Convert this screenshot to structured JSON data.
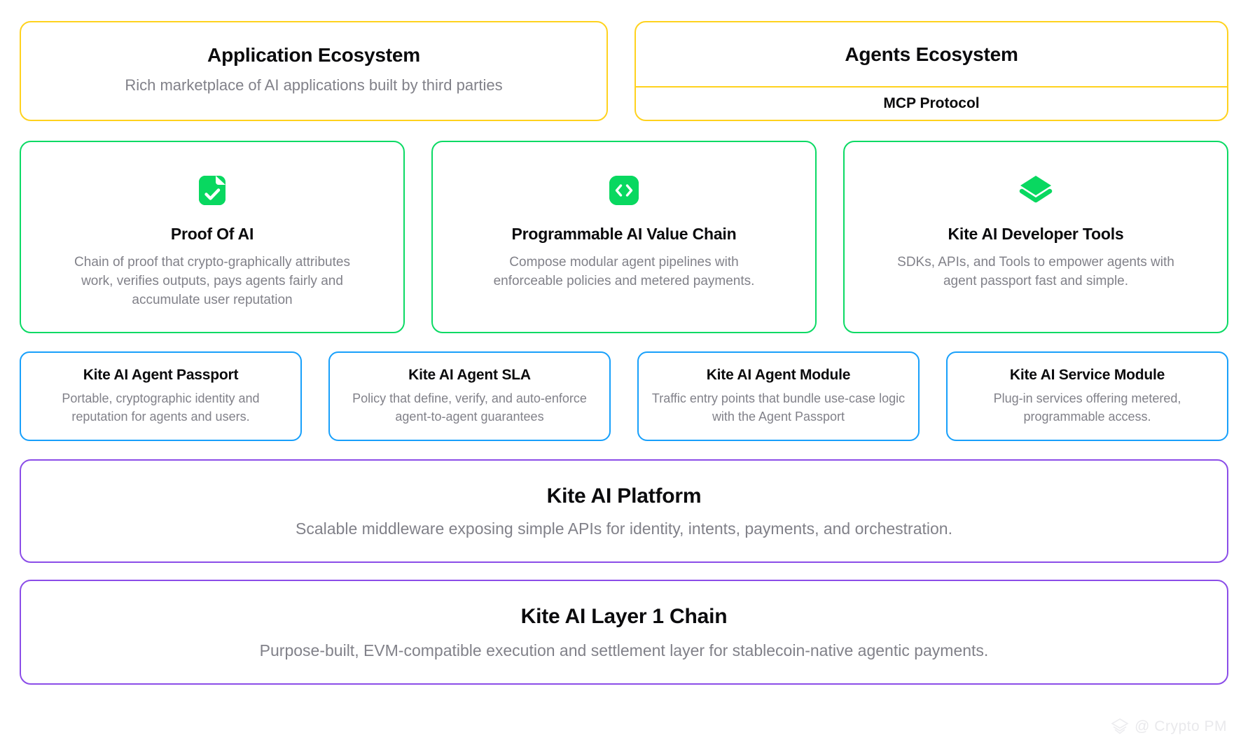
{
  "ecosystems": {
    "application": {
      "title": "Application Ecosystem",
      "desc": "Rich marketplace of AI applications built by third parties"
    },
    "agents": {
      "title": "Agents Ecosystem",
      "protocol": "MCP Protocol"
    }
  },
  "features": [
    {
      "icon": "document-check-icon",
      "title": "Proof Of AI",
      "desc": "Chain of proof that crypto-graphically attributes work, verifies outputs, pays agents fairly and accumulate user reputation"
    },
    {
      "icon": "code-brackets-icon",
      "title": "Programmable AI Value Chain",
      "desc": "Compose modular agent pipelines with enforceable policies and metered payments."
    },
    {
      "icon": "layers-stack-icon",
      "title": "Kite AI Developer Tools",
      "desc": "SDKs, APIs, and Tools to empower agents with agent passport fast and simple."
    }
  ],
  "modules": [
    {
      "title": "Kite AI Agent Passport",
      "desc": "Portable, cryptographic identity and reputation for agents and users."
    },
    {
      "title": "Kite AI Agent SLA",
      "desc": "Policy that define, verify, and auto-enforce agent-to-agent guarantees"
    },
    {
      "title": "Kite AI Agent Module",
      "desc": "Traffic entry points that bundle use-case logic with the Agent Passport"
    },
    {
      "title": "Kite AI Service Module",
      "desc": "Plug-in services offering metered, programmable access."
    }
  ],
  "platform": {
    "title": "Kite AI Platform",
    "desc": "Scalable middleware exposing simple APIs for identity, intents, payments, and orchestration."
  },
  "chain": {
    "title": "Kite AI Layer 1 Chain",
    "desc": "Purpose-built, EVM-compatible execution and settlement layer for stablecoin-native agentic payments."
  },
  "watermark": {
    "text": "@ Crypto PM",
    "icon": "diamond-layers-logo"
  },
  "colors": {
    "ecosystem_border": "#FFD21E",
    "feature_border": "#0BDA64",
    "feature_icon_bg": "#09D860",
    "module_border": "#18A0FB",
    "platform_border": "#8B4DE8",
    "title_text": "#0b0b0d",
    "desc_text": "#818189",
    "background": "#ffffff"
  }
}
